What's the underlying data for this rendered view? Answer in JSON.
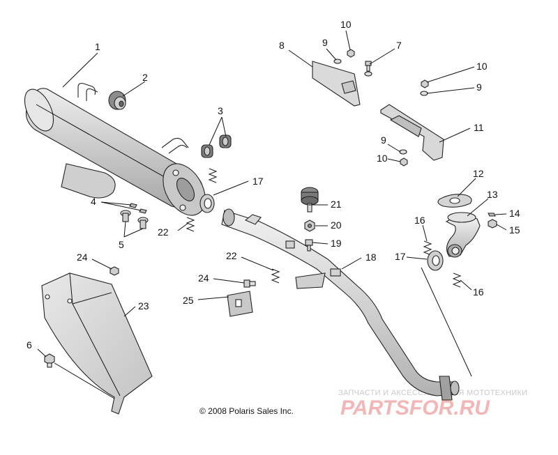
{
  "diagram": {
    "copyright": "© 2008 Polaris Sales Inc.",
    "callouts": [
      "1",
      "2",
      "3",
      "4",
      "5",
      "6",
      "7",
      "8",
      "9",
      "10",
      "10",
      "9",
      "11",
      "9",
      "10",
      "12",
      "13",
      "14",
      "15",
      "16",
      "17",
      "16",
      "17",
      "18",
      "19",
      "20",
      "21",
      "22",
      "22",
      "23",
      "24",
      "24",
      "25"
    ]
  },
  "watermark": {
    "line1": "ЗАПЧАСТИ И АКСЕССУАРЫ ДЛЯ МОТОТЕХНИКИ",
    "brand": "PARTSFOR.RU"
  },
  "colors": {
    "part_fill": "#d9d9d9",
    "part_dark": "#9a9a9a",
    "line": "#111111",
    "watermark_brand": "#f3b6b6"
  }
}
